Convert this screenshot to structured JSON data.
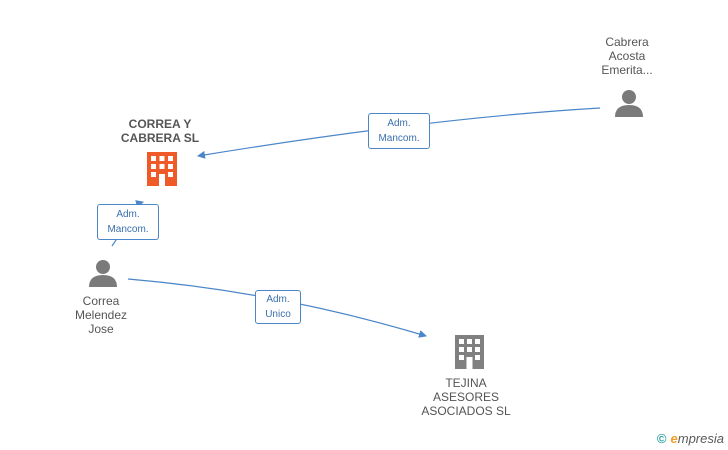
{
  "nodes": {
    "correa_cabrera_sl": {
      "label": "CORREA Y\nCABRERA SL",
      "type": "company",
      "color": "#f05a28"
    },
    "tejina": {
      "label": "TEJINA\nASESORES\nASOCIADOS SL",
      "type": "company",
      "color": "#808080"
    },
    "cabrera_acosta": {
      "label": "Cabrera\nAcosta\nEmerita...",
      "type": "person",
      "color": "#7a7a7a"
    },
    "correa_melendez": {
      "label": "Correa\nMelendez\nJose",
      "type": "person",
      "color": "#7a7a7a"
    }
  },
  "edges": {
    "e1": {
      "label": "Adm.\nMancom.",
      "from": "cabrera_acosta",
      "to": "correa_cabrera_sl"
    },
    "e2": {
      "label": "Adm.\nMancom.",
      "from": "correa_melendez",
      "to": "correa_cabrera_sl"
    },
    "e3": {
      "label": "Adm.\nUnico",
      "from": "correa_melendez",
      "to": "tejina"
    }
  },
  "edge_color": "#4a86c8",
  "brand": {
    "copyright": "©",
    "name_initial": "e",
    "name_rest": "mpresia"
  }
}
